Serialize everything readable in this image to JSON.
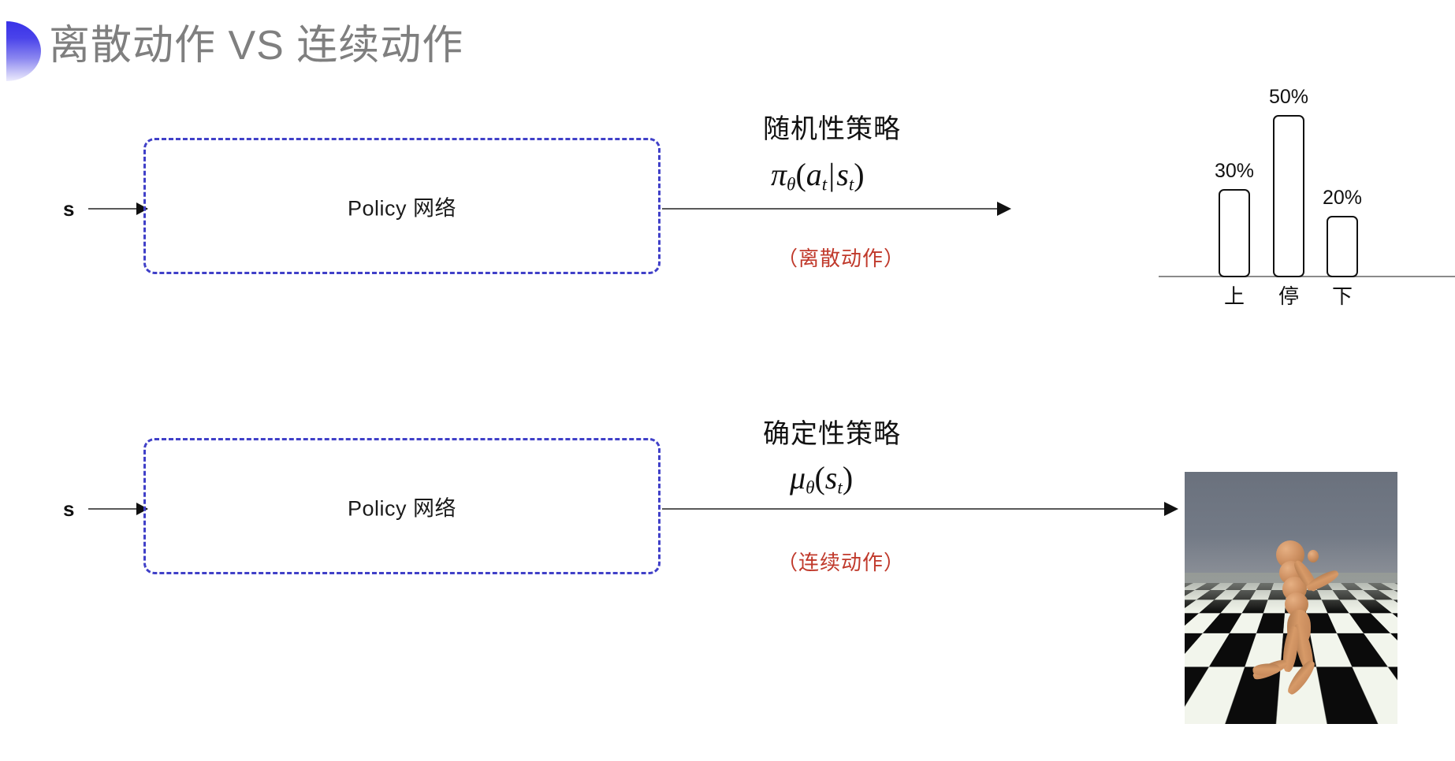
{
  "slide": {
    "title": "离散动作 VS 连续动作",
    "title_color": "#7f7f7f",
    "accent_color": "#3832e8",
    "box_border_color": "#4040c8",
    "note_color": "#c0392b",
    "background": "#ffffff"
  },
  "rows": [
    {
      "id": "discrete",
      "input_label": "s",
      "box_label": "Policy 网络",
      "policy_kind": "随机性策略",
      "formula": {
        "fn": "π",
        "sub": "θ",
        "open": "(",
        "arg1": "a",
        "arg1_sub": "t",
        "sep": "|",
        "arg2": "s",
        "arg2_sub": "t",
        "close": ")",
        "plain": "πθ(at|st)"
      },
      "action_note": "（离散动作）",
      "output_kind": "bar-chart"
    },
    {
      "id": "continuous",
      "input_label": "s",
      "box_label": "Policy 网络",
      "policy_kind": "确定性策略",
      "formula": {
        "fn": "μ",
        "sub": "θ",
        "open": "(",
        "arg1": "s",
        "arg1_sub": "t",
        "sep": "",
        "arg2": "",
        "arg2_sub": "",
        "close": ")",
        "plain": "μθ(st)"
      },
      "action_note": "（连续动作）",
      "output_kind": "humanoid-sim"
    }
  ],
  "chart_data": {
    "type": "bar",
    "title": "",
    "xlabel": "",
    "ylabel": "",
    "categories": [
      "上",
      "停",
      "下"
    ],
    "values": [
      30,
      50,
      20
    ],
    "value_labels": [
      "30%",
      "50%",
      "20%"
    ],
    "ylim": [
      0,
      60
    ],
    "grid": false,
    "legend": "none",
    "bar_fill": "#ffffff",
    "bar_stroke": "#111111",
    "axis_color": "#8a8a8a"
  },
  "sim": {
    "caption": "",
    "sky_color": "#6f7681",
    "floor_light": "#f2f5ec",
    "floor_dark": "#0b0b0b",
    "body_color": "#cf9264"
  }
}
